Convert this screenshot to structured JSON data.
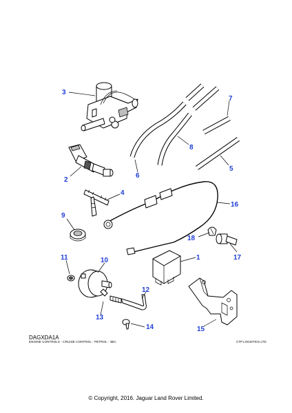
{
  "diagram": {
    "code": "DAGXDA1A",
    "description": "ENGINE CONTROLS - CRUISE CONTROL - PETROL - 3BA",
    "logistics": "CTP LOGISTICS LTD",
    "copyright": "© Copyright, 2016. Jaguar Land Rover Limited."
  },
  "callouts": {
    "c1": "1",
    "c2": "2",
    "c3": "3",
    "c4": "4",
    "c5": "5",
    "c6": "6",
    "c7": "7",
    "c8": "8",
    "c9": "9",
    "c10": "10",
    "c11": "11",
    "c12": "12",
    "c13": "13",
    "c14": "14",
    "c15": "15",
    "c16": "16",
    "c17": "17",
    "c18": "18"
  },
  "colors": {
    "callout": "#1f3dd6",
    "line": "#000000"
  }
}
